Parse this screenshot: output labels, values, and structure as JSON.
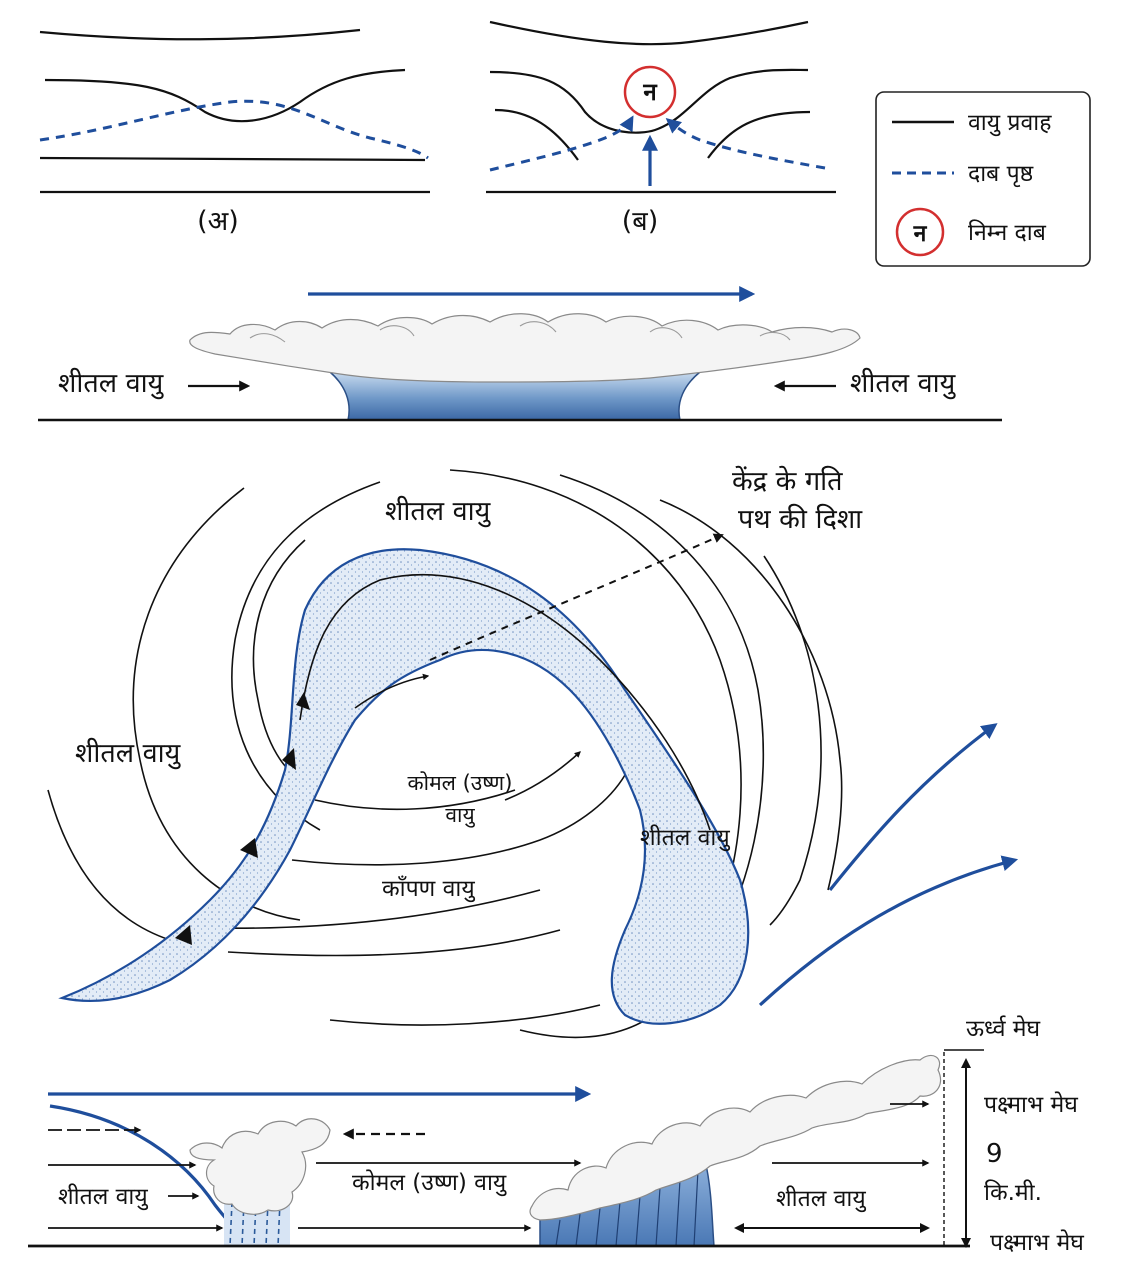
{
  "figure_a": {
    "caption": "(अ)"
  },
  "figure_b": {
    "caption": "(ब)",
    "low_symbol": "न"
  },
  "legend": {
    "items": [
      {
        "key": "air_flow",
        "label": "वायु प्रवाह",
        "style": "solid",
        "color": "#111111"
      },
      {
        "key": "pressure_surface",
        "label": "दाब पृष्ठ",
        "style": "dashed",
        "color": "#1f4e9c"
      },
      {
        "key": "low_pressure",
        "label": "निम्न दाब",
        "symbol": "न",
        "color": "#d32f2f"
      }
    ]
  },
  "section2": {
    "cold_air_left": "शीतल वायु",
    "cold_air_right": "शीतल वायु"
  },
  "section3": {
    "cold_air_top": "शीतल वायु",
    "cold_air_left": "शीतल वायु",
    "cold_air_band": "शीतल वायु",
    "center_path_line1": "केंद्र के गति",
    "center_path_line2": "पथ की दिशा",
    "warm_air_line1": "कोमल (उष्ण)",
    "warm_air_line2": "वायु",
    "occlusion_air": "काँपण वायु"
  },
  "section4": {
    "cold_air_left": "शीतल वायु",
    "warm_air": "कोमल (उष्ण) वायु",
    "cold_air_right": "शीतल वायु",
    "high_cloud": "ऊर्ध्व मेघ",
    "cirrus_top": "पक्ष्माभ मेघ",
    "height_value": "9",
    "height_unit": "कि.मी.",
    "cirrus_bottom": "पक्ष्माभ मेघ"
  },
  "colors": {
    "blue": "#1f4e9c",
    "low_red": "#d32f2f",
    "water_light": "#bcd2ea",
    "water_dark": "#3f6faa"
  }
}
